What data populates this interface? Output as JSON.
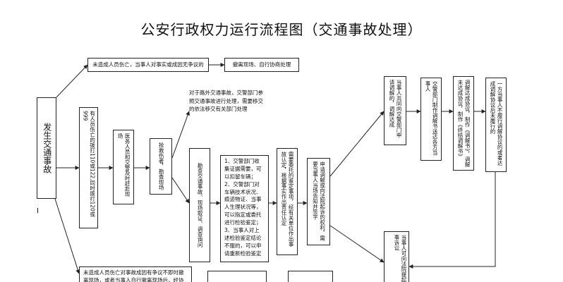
{
  "title": "公安行政权力运行流程图（交通事故处理）",
  "nodes": {
    "start": "发生交通事故",
    "no_injury": "未造成人员伤亡，当事人对事实或成因无争议的",
    "self_negotiate": "撤离现场、自行协商处理",
    "injury_alarm": "有人员伤亡的拨打110或122,同时拨打120或999",
    "police_arrive": "医务人员和交警及时赶赴现场",
    "rescue": "抢救伤者，勘查现场",
    "off_road": "对于路外交通事故，交警部门参照交通事故进行处理，需要移交的依法移交有关部门处理",
    "scene_investigation": "勘查交通事故、现场取证、调查询问",
    "evidence": "1、交警部门收集证据需要，可以扣留车辆；2、交警部门对车辆技术状况、痕迹物证、当事人生理状况等，可以指定或委托进行检验鉴定；3、当事人对上述检验鉴定结论不服的，可以申请重新检验鉴定",
    "responsibility": "需要委托的鉴定事项，经有关单位作出事故认定，根据事实作出责任认定",
    "mediation_apply": "申请调解或向法院起诉的权利，需要当事人当场告知并签字",
    "mediation_success": "当事人共同向交警部门申请调解的，调解达成",
    "mediation_doc": "交警部门制作调解书送达各方当事人",
    "mediation_steps": "调解达成协议，制作《调解书》，调解未达成协议，制作《终结调解书》",
    "mediation_fail": "一方当事人不履行调解协议的或者达成调解协议后未履行的",
    "court": "当事人可向法院提起民事诉讼",
    "dispute_note": "未造成人员伤亡对事故成因有争议不即时撤离现场，或者当事人自行撤离现场后，经协商未达成协议",
    "stub1": "",
    "stub2": "",
    "marker": "I"
  }
}
